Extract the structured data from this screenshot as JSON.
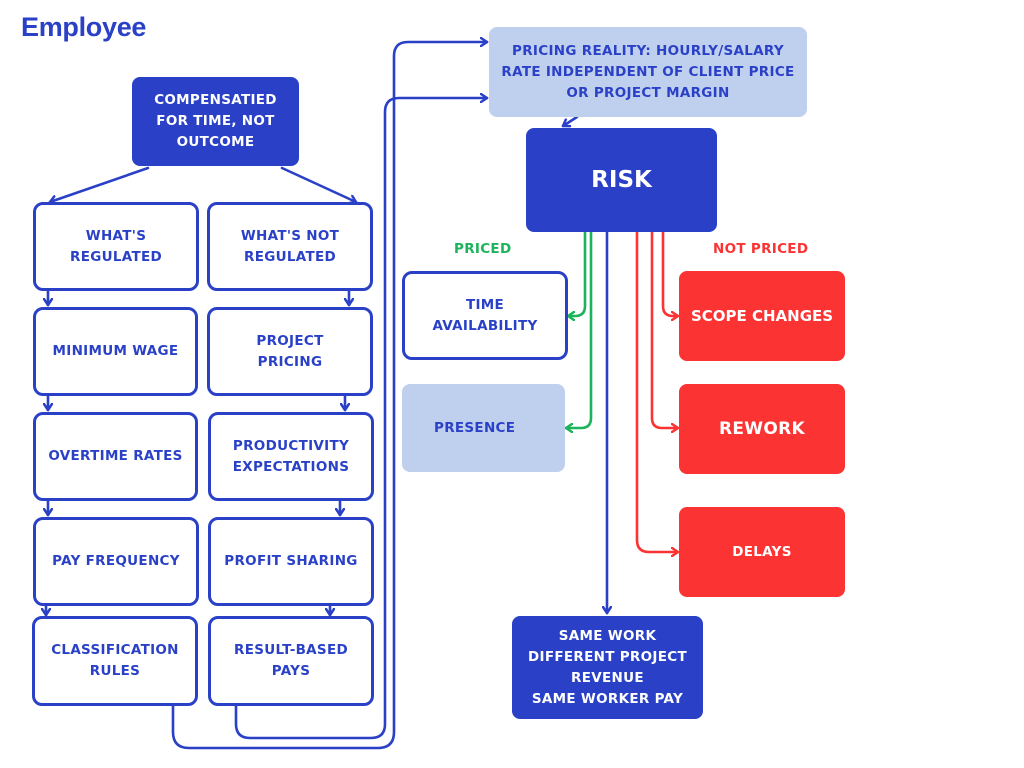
{
  "title": "Employee",
  "colors": {
    "primary_blue": "#2a41c7",
    "light_blue": "#bfcfee",
    "red": "#fb3333",
    "green": "#1bb45a"
  },
  "root": {
    "text": "COMPENSATIED\nFOR TIME, NOT\nOUTCOME"
  },
  "regulated": {
    "header": "WHAT'S\nREGULATED",
    "items": [
      "MINIMUM WAGE",
      "OVERTIME RATES",
      "PAY FREQUENCY",
      "CLASSIFICATION\nRULES"
    ]
  },
  "not_regulated": {
    "header": "WHAT'S NOT\nREGULATED",
    "items": [
      "PROJECT\nPRICING",
      "PRODUCTIVITY\nEXPECTATIONS",
      "PROFIT SHARING",
      "RESULT-BASED\nPAYS"
    ]
  },
  "pricing_reality": {
    "text": "PRICING REALITY: HOURLY/SALARY\nRATE INDEPENDENT OF CLIENT PRICE\nOR PROJECT MARGIN"
  },
  "risk": {
    "text": "RISK"
  },
  "priced": {
    "label": "PRICED",
    "items": [
      "TIME\nAVAILABILITY",
      "PRESENCE"
    ]
  },
  "not_priced": {
    "label": "NOT PRICED",
    "items": [
      "SCOPE CHANGES",
      "REWORK",
      "DELAYS"
    ]
  },
  "outcome": {
    "text": "SAME WORK\nDIFFERENT PROJECT\nREVENUE\nSAME WORKER PAY"
  }
}
